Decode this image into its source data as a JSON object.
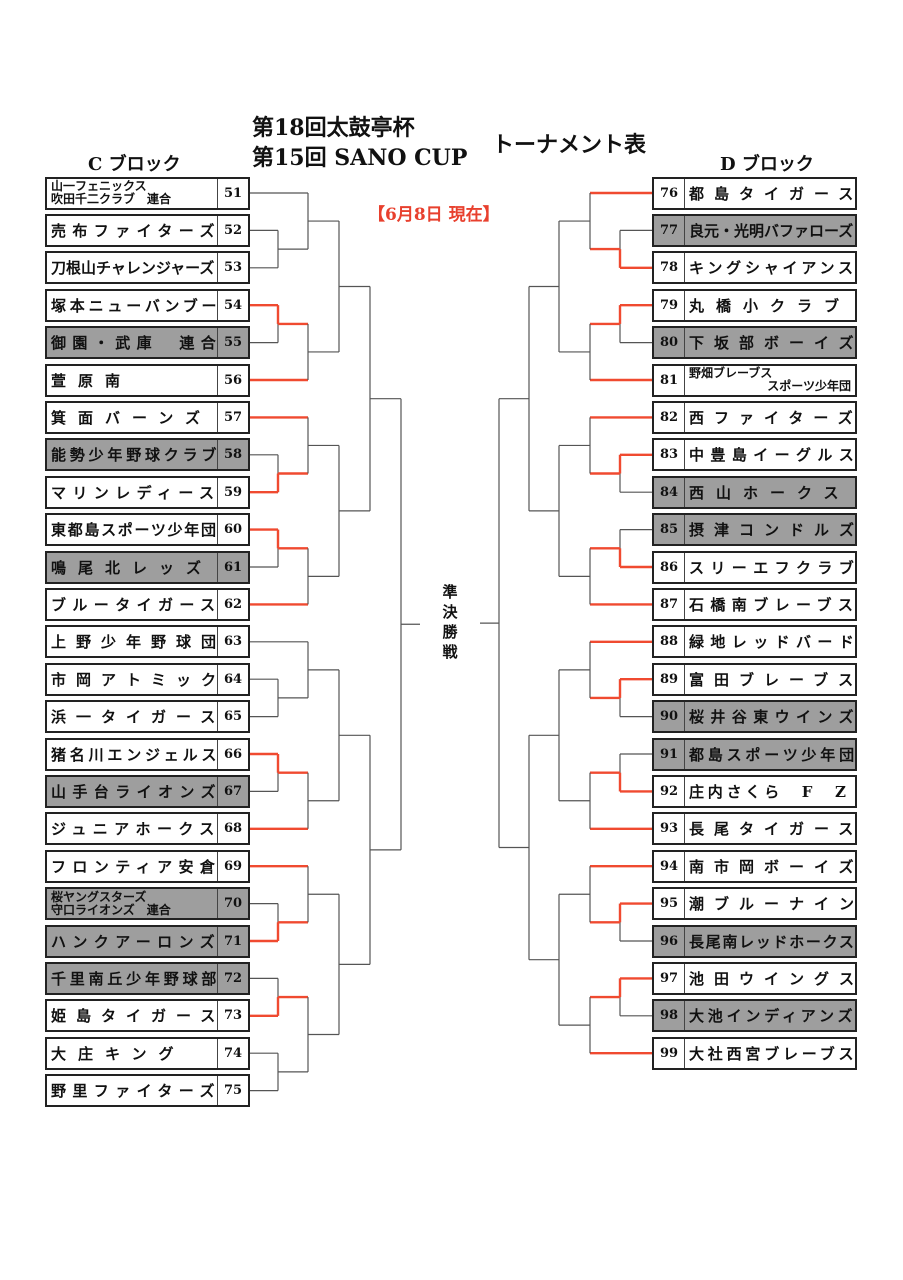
{
  "header": {
    "title_line1": "第18回太鼓亭杯",
    "title_line2": "第15回 SANO CUP",
    "subtitle": "トーナメント表",
    "as_of": "【6月8日 現在】",
    "semifinal": "準決勝戦"
  },
  "colors": {
    "advance_line": "#f04a30",
    "line": "#555555",
    "shaded_box": "#9e9e9e"
  },
  "left_block": {
    "label": "C ブロック",
    "teams": [
      {
        "num": "51",
        "lines": [
          "山一フェニックス",
          "吹田千二クラブ　連合"
        ]
      },
      {
        "num": "52",
        "name": "売布ファイターズ"
      },
      {
        "num": "53",
        "name": "刀根山チャレンジャーズ"
      },
      {
        "num": "54",
        "name": "塚本ニューバンブー"
      },
      {
        "num": "55",
        "name": "御園・武庫　連合",
        "shaded": true
      },
      {
        "num": "56",
        "name": "萱原南"
      },
      {
        "num": "57",
        "name": "箕面バーンズ"
      },
      {
        "num": "58",
        "name": "能勢少年野球クラブ",
        "shaded": true
      },
      {
        "num": "59",
        "name": "マリンレディース"
      },
      {
        "num": "60",
        "name": "東都島スポーツ少年団"
      },
      {
        "num": "61",
        "name": "鳴尾北レッズ",
        "shaded": true
      },
      {
        "num": "62",
        "name": "ブルータイガース"
      },
      {
        "num": "63",
        "name": "上野少年野球団"
      },
      {
        "num": "64",
        "name": "市岡アトミック"
      },
      {
        "num": "65",
        "name": "浜一タイガース"
      },
      {
        "num": "66",
        "name": "猪名川エンジェルス"
      },
      {
        "num": "67",
        "name": "山手台ライオンズ",
        "shaded": true
      },
      {
        "num": "68",
        "name": "ジュニアホークス"
      },
      {
        "num": "69",
        "name": "フロンティア安倉"
      },
      {
        "num": "70",
        "lines": [
          "桜ヤングスターズ",
          "守口ライオンズ　連合"
        ],
        "shaded": true
      },
      {
        "num": "71",
        "name": "ハンクアーロンズ",
        "shaded": true
      },
      {
        "num": "72",
        "name": "千里南丘少年野球部",
        "shaded": true
      },
      {
        "num": "73",
        "name": "姫島タイガース"
      },
      {
        "num": "74",
        "name": "大庄キング"
      },
      {
        "num": "75",
        "name": "野里ファイターズ"
      }
    ],
    "bracket": [
      [
        [
          [
            51,
            [
              52,
              53
            ]
          ],
          [
            [
              54,
              55
            ],
            56
          ]
        ],
        [
          [
            57,
            [
              58,
              59
            ]
          ],
          [
            [
              60,
              61
            ],
            62
          ]
        ]
      ],
      [
        [
          [
            63,
            [
              64,
              65
            ]
          ],
          [
            [
              66,
              67
            ],
            68
          ]
        ],
        [
          [
            69,
            [
              70,
              71
            ]
          ],
          [
            [
              72,
              73
            ],
            [
              74,
              75
            ]
          ]
        ]
      ]
    ],
    "advanced": [
      54,
      56,
      57,
      59,
      60,
      62,
      66,
      68,
      69,
      71,
      73
    ],
    "winners": [
      54,
      59,
      60,
      66,
      71,
      73
    ]
  },
  "right_block": {
    "label": "D ブロック",
    "teams": [
      {
        "num": "76",
        "name": "都島タイガース"
      },
      {
        "num": "77",
        "name": "良元・光明バファローズ",
        "shaded": true
      },
      {
        "num": "78",
        "name": "キングシャイアンス"
      },
      {
        "num": "79",
        "name": "丸橋小クラブ"
      },
      {
        "num": "80",
        "name": "下坂部ボーイズ",
        "shaded": true
      },
      {
        "num": "81",
        "lines": [
          "野畑ブレーブス",
          "スポーツ少年団"
        ]
      },
      {
        "num": "82",
        "name": "西ファイターズ"
      },
      {
        "num": "83",
        "name": "中豊島イーグルス"
      },
      {
        "num": "84",
        "name": "西山ホークス",
        "shaded": true
      },
      {
        "num": "85",
        "name": "摂津コンドルズ",
        "shaded": true
      },
      {
        "num": "86",
        "name": "スリーエフクラブ"
      },
      {
        "num": "87",
        "name": "石橋南ブレーブス"
      },
      {
        "num": "88",
        "name": "緑地レッドバード"
      },
      {
        "num": "89",
        "name": "富田ブレーブス"
      },
      {
        "num": "90",
        "name": "桜井谷東ウインズ",
        "shaded": true
      },
      {
        "num": "91",
        "name": "都島スポーツ少年団",
        "shaded": true
      },
      {
        "num": "92",
        "name": "庄内さくら　F　Z"
      },
      {
        "num": "93",
        "name": "長尾タイガース"
      },
      {
        "num": "94",
        "name": "南市岡ボーイズ"
      },
      {
        "num": "95",
        "name": "潮ブルーナイン"
      },
      {
        "num": "96",
        "name": "長尾南レッドホークス",
        "shaded": true
      },
      {
        "num": "97",
        "name": "池田ウイングス"
      },
      {
        "num": "98",
        "name": "大池インディアンズ",
        "shaded": true
      },
      {
        "num": "99",
        "name": "大社西宮ブレーブス"
      }
    ],
    "bracket": [
      [
        [
          [
            76,
            [
              77,
              78
            ]
          ],
          [
            [
              79,
              80
            ],
            81
          ]
        ],
        [
          [
            82,
            [
              83,
              84
            ]
          ],
          [
            [
              85,
              86
            ],
            87
          ]
        ]
      ],
      [
        [
          [
            88,
            [
              89,
              90
            ]
          ],
          [
            [
              91,
              92
            ],
            93
          ]
        ],
        [
          [
            94,
            [
              95,
              96
            ]
          ],
          [
            [
              97,
              98
            ],
            99
          ]
        ]
      ]
    ],
    "advanced": [
      76,
      78,
      79,
      81,
      82,
      83,
      86,
      87,
      88,
      89,
      92,
      93,
      94,
      95,
      97,
      99
    ],
    "winners": [
      78,
      79,
      83,
      86,
      89,
      92,
      95,
      97
    ]
  }
}
